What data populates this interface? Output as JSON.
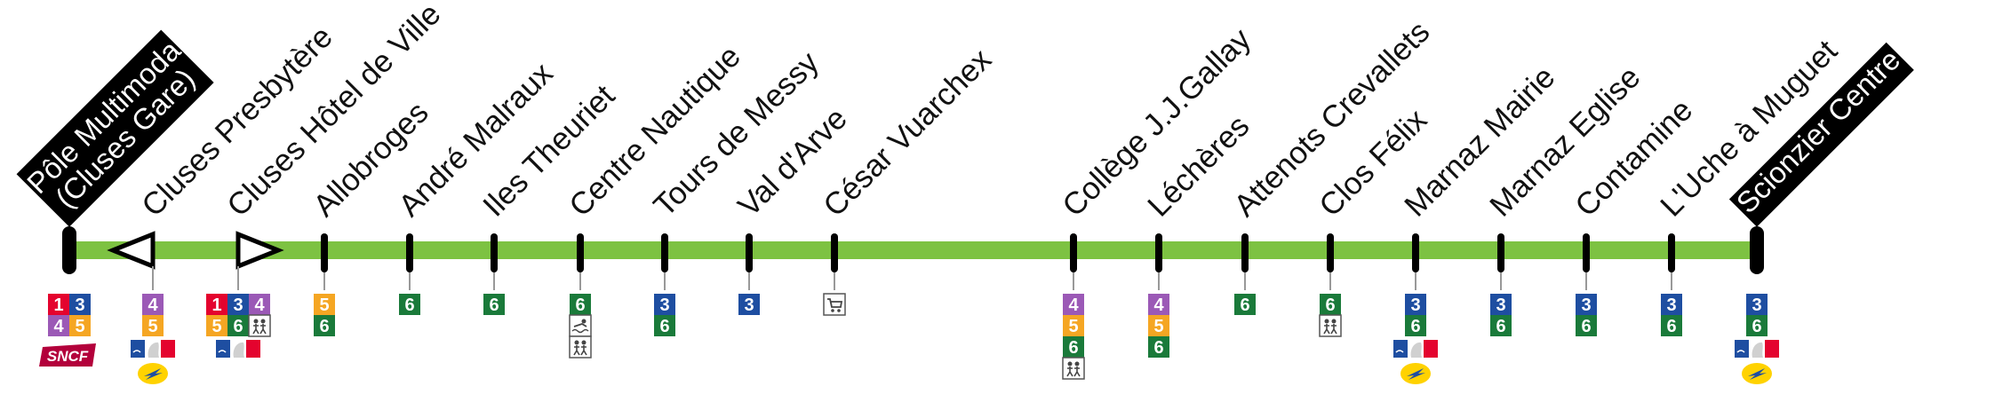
{
  "line": {
    "color": "#7dc242"
  },
  "route_colors": {
    "1": "#e4032e",
    "3": "#1e4ea1",
    "4": "#9b59b6",
    "5": "#f5a623",
    "6": "#1a7a3a"
  },
  "stops": [
    {
      "id": "pole-multimoda",
      "label": "Pôle Multimoda",
      "label2": "(Cluses Gare)",
      "terminus": true,
      "marker": "bar",
      "routes": [
        "1",
        "3",
        "4",
        "5"
      ],
      "routes_layout": "grid",
      "services": [
        "sncf"
      ]
    },
    {
      "id": "cluses-presbytere",
      "label": "Cluses Presbytère",
      "marker": "arrow-left",
      "routes": [
        "4",
        "5"
      ],
      "services": [
        "france-services",
        "la-poste"
      ]
    },
    {
      "id": "cluses-hotel-de-ville",
      "label": "Cluses Hôtel de Ville",
      "marker": "arrow-right",
      "routes": [
        "1",
        "3",
        "4",
        "5",
        "6"
      ],
      "routes_layout": "grid3",
      "services": [
        "school-grid",
        "france-services"
      ]
    },
    {
      "id": "allobroges",
      "label": "Allobroges",
      "routes": [
        "5",
        "6"
      ],
      "services": []
    },
    {
      "id": "andre-malraux",
      "label": "André Malraux",
      "routes": [
        "6"
      ],
      "services": []
    },
    {
      "id": "iles-theuriet",
      "label": "Iles Theuriet",
      "routes": [
        "6"
      ],
      "services": []
    },
    {
      "id": "centre-nautique",
      "label": "Centre Nautique",
      "routes": [
        "6"
      ],
      "services": [
        "swimming",
        "school"
      ]
    },
    {
      "id": "tours-de-messy",
      "label": "Tours de Messy",
      "routes": [
        "3",
        "6"
      ],
      "services": []
    },
    {
      "id": "val-d-arve",
      "label": "Val d'Arve",
      "routes": [
        "3"
      ],
      "services": []
    },
    {
      "id": "cesar-vuarchex",
      "label": "César Vuarchex",
      "routes": [],
      "services": [
        "shopping"
      ]
    },
    {
      "id": "college-gallay",
      "label": "Collège J.J.Gallay",
      "routes": [
        "4",
        "5",
        "6"
      ],
      "services": [
        "school"
      ]
    },
    {
      "id": "lecheres",
      "label": "Léchères",
      "routes": [
        "4",
        "5",
        "6"
      ],
      "services": []
    },
    {
      "id": "attenots-crevallets",
      "label": "Attenots Crevallets",
      "routes": [
        "6"
      ],
      "services": []
    },
    {
      "id": "clos-felix",
      "label": "Clos Félix",
      "routes": [
        "6"
      ],
      "services": [
        "school"
      ]
    },
    {
      "id": "marnaz-mairie",
      "label": "Marnaz Mairie",
      "routes": [
        "3",
        "6"
      ],
      "services": [
        "france-services",
        "la-poste"
      ]
    },
    {
      "id": "marnaz-eglise",
      "label": "Marnaz Eglise",
      "routes": [
        "3",
        "6"
      ],
      "services": []
    },
    {
      "id": "contamine",
      "label": "Contamine",
      "routes": [
        "3",
        "6"
      ],
      "services": []
    },
    {
      "id": "uche-a-muguet",
      "label": "L'Uche à Muguet",
      "routes": [
        "3",
        "6"
      ],
      "services": []
    },
    {
      "id": "scionzier-centre",
      "label": "Scionzier Centre",
      "terminus": true,
      "marker": "bar",
      "routes": [
        "3",
        "6"
      ],
      "services": [
        "france-services",
        "la-poste"
      ]
    }
  ],
  "service_labels": {
    "sncf": "SNCF"
  }
}
